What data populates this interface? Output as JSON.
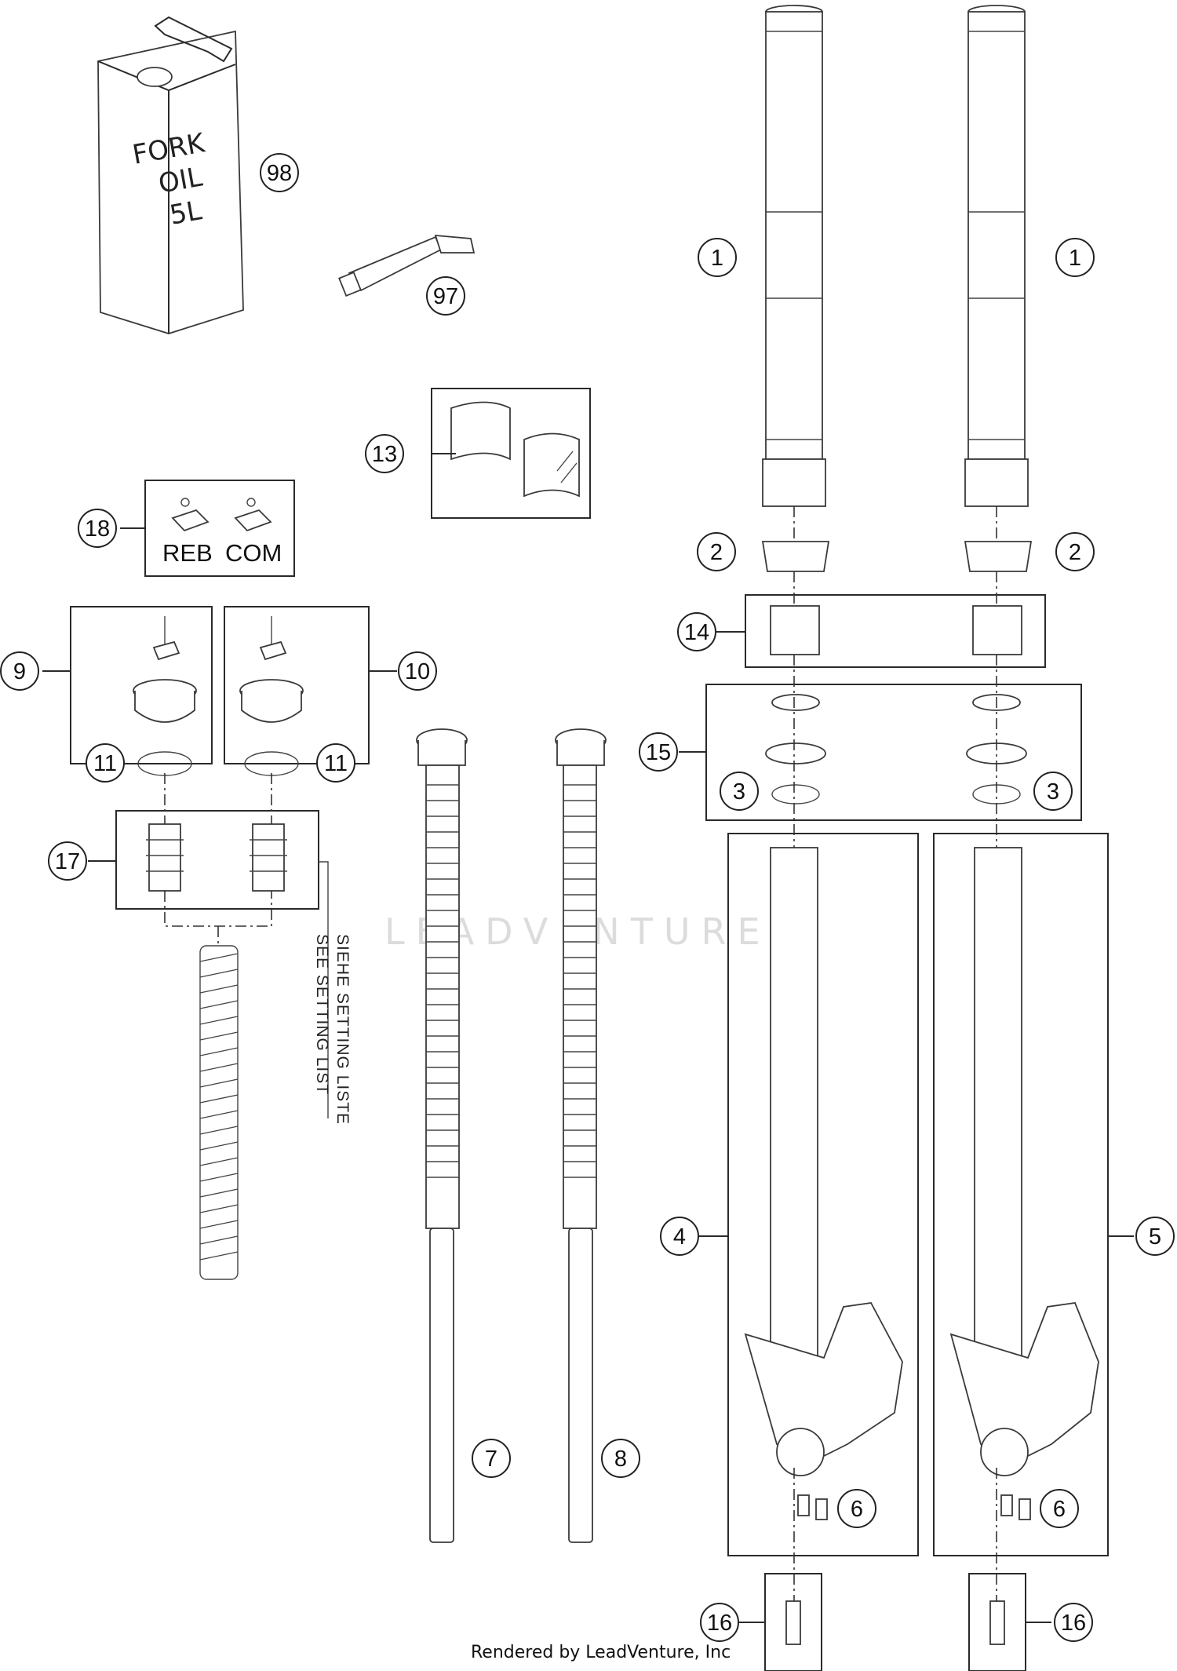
{
  "can": {
    "line1": "FORK",
    "line2": "OIL",
    "line3": "5L"
  },
  "kit18": {
    "label_reb": "REB",
    "label_com": "COM"
  },
  "note": {
    "line1": "SIEHE SETTING LISTE",
    "line2": "SEE SETTING LIST"
  },
  "watermark": "LEADVENTURE",
  "credit": "Rendered by LeadVenture, Inc",
  "callouts": [
    {
      "id": "c98a",
      "number": "98"
    },
    {
      "id": "c97",
      "number": "97"
    },
    {
      "id": "c13",
      "number": "13"
    },
    {
      "id": "c18",
      "number": "18"
    },
    {
      "id": "c9",
      "number": "9"
    },
    {
      "id": "c10",
      "number": "10"
    },
    {
      "id": "c11a",
      "number": "11"
    },
    {
      "id": "c11b",
      "number": "11"
    },
    {
      "id": "c17",
      "number": "17"
    },
    {
      "id": "c1a",
      "number": "1"
    },
    {
      "id": "c1b",
      "number": "1"
    },
    {
      "id": "c2a",
      "number": "2"
    },
    {
      "id": "c2b",
      "number": "2"
    },
    {
      "id": "c14",
      "number": "14"
    },
    {
      "id": "c15",
      "number": "15"
    },
    {
      "id": "c3a",
      "number": "3"
    },
    {
      "id": "c3b",
      "number": "3"
    },
    {
      "id": "c4",
      "number": "4"
    },
    {
      "id": "c5",
      "number": "5"
    },
    {
      "id": "c6a",
      "number": "6"
    },
    {
      "id": "c6b",
      "number": "6"
    },
    {
      "id": "c7",
      "number": "7"
    },
    {
      "id": "c8",
      "number": "8"
    },
    {
      "id": "c16a",
      "number": "16"
    },
    {
      "id": "c16b",
      "number": "16"
    }
  ]
}
